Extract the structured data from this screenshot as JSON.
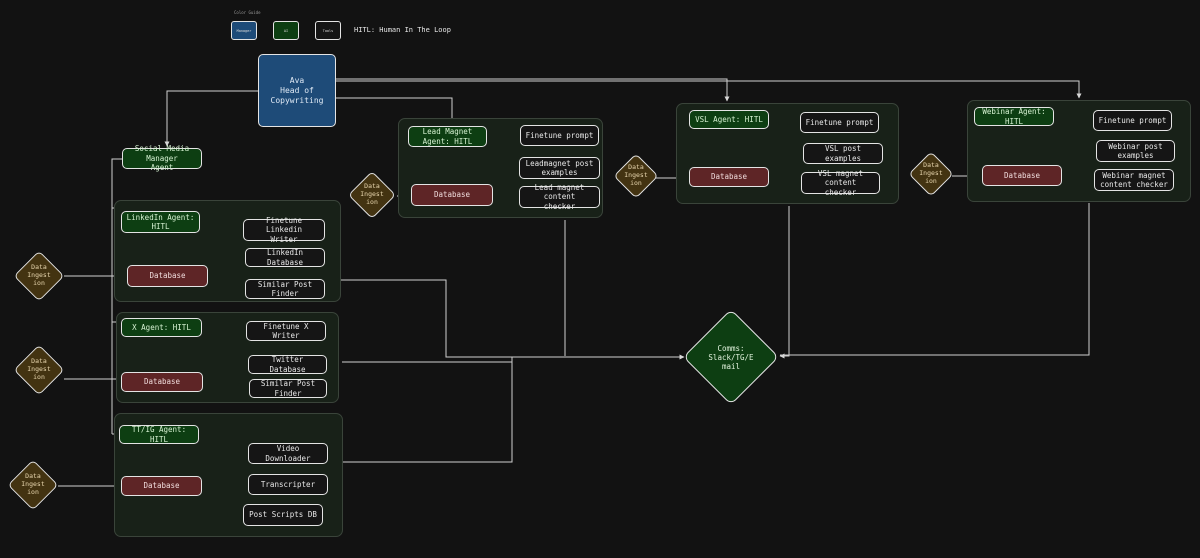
{
  "legend": {
    "title": "Color Guide",
    "manager": "Manager",
    "ai": "AI",
    "tools": "Tools",
    "note": "HITL: Human In The Loop",
    "colors": {
      "manager": "#1e4b78",
      "ai": "#0d3e12",
      "tools": "#151515",
      "database": "#5e2526",
      "ingestion": "#433311"
    }
  },
  "head": {
    "line1": "Ava",
    "line2": "Head of Copywriting"
  },
  "social_manager": {
    "line1": "Social Media Manager",
    "line2": "Agent"
  },
  "linkedin": {
    "agent": {
      "line1": "LinkedIn Agent:",
      "line2": "HITL"
    },
    "database": "Database",
    "tools": [
      {
        "line1": "Finetune Linkedin",
        "line2": "Writer"
      },
      {
        "line1": "LinkedIn Database",
        "line2": ""
      },
      {
        "line1": "Similar Post Finder",
        "line2": ""
      }
    ],
    "ingestion": {
      "line1": "Data",
      "line2": "Ingest",
      "line3": "ion"
    }
  },
  "x": {
    "agent": "X Agent: HITL",
    "database": "Database",
    "tools": [
      "Finetune X Writer",
      "Twitter Database",
      "Similar Post Finder"
    ],
    "ingestion": {
      "line1": "Data",
      "line2": "Ingest",
      "line3": "ion"
    }
  },
  "ttig": {
    "agent": "TT/IG Agent: HITL",
    "database": "Database",
    "tools": [
      "Video Downloader",
      "Transcripter",
      "Post Scripts DB"
    ],
    "ingestion": {
      "line1": "Data",
      "line2": "Ingest",
      "line3": "ion"
    }
  },
  "lead_magnet": {
    "agent": {
      "line1": "Lead Magnet",
      "line2": "Agent: HITL"
    },
    "database": "Database",
    "tools": [
      {
        "line1": "Finetune prompt",
        "line2": ""
      },
      {
        "line1": "Leadmagnet post",
        "line2": "examples"
      },
      {
        "line1": "Lead magnet content",
        "line2": "checker"
      }
    ],
    "ingestion": {
      "line1": "Data",
      "line2": "Ingest",
      "line3": "ion"
    }
  },
  "vsl": {
    "agent": "VSL Agent: HITL",
    "database": "Database",
    "tools": [
      {
        "line1": "Finetune prompt",
        "line2": ""
      },
      {
        "line1": "VSL post examples",
        "line2": ""
      },
      {
        "line1": "VSL magnet content",
        "line2": "checker"
      }
    ],
    "ingestion": {
      "line1": "Data",
      "line2": "Ingest",
      "line3": "ion"
    }
  },
  "webinar": {
    "agent": "Webinar Agent: HITL",
    "database": "Database",
    "tools": [
      {
        "line1": "Finetune prompt",
        "line2": ""
      },
      {
        "line1": "Webinar post",
        "line2": "examples"
      },
      {
        "line1": "Webinar magnet",
        "line2": "content checker"
      }
    ],
    "ingestion": {
      "line1": "Data",
      "line2": "Ingest",
      "line3": "ion"
    }
  },
  "comms": {
    "line1": "Comms:",
    "line2": "Slack/TG/E",
    "line3": "mail"
  }
}
